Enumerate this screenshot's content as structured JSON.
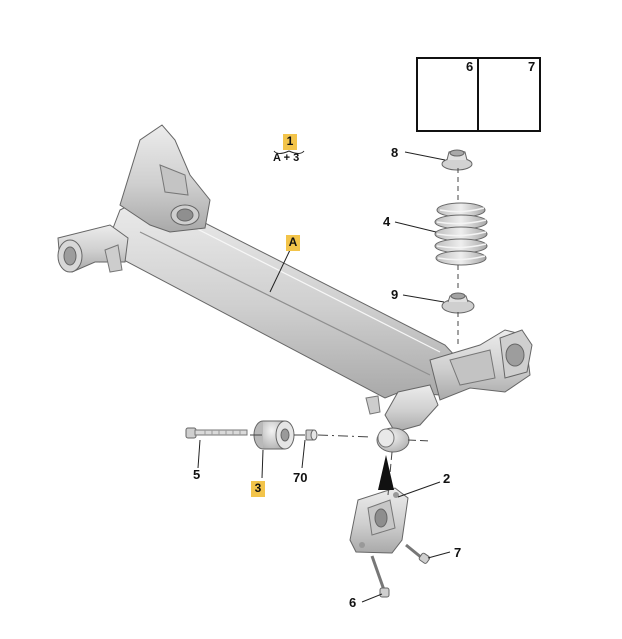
{
  "callouts": {
    "ref_1": "1",
    "formula": "A + 3",
    "ref_A": "A",
    "ref_3": "3",
    "num_4": "4",
    "num_8": "8",
    "num_9": "9",
    "num_5": "5",
    "num_70": "70",
    "num_2": "2",
    "num_7_lower": "7",
    "num_6_lower": "6",
    "inset_6": "6",
    "inset_7": "7"
  },
  "colors": {
    "part_fill": "#dcdcdc",
    "part_shade": "#b9b9b9",
    "outline": "#555555",
    "tag_bg": "#f3c44a"
  }
}
